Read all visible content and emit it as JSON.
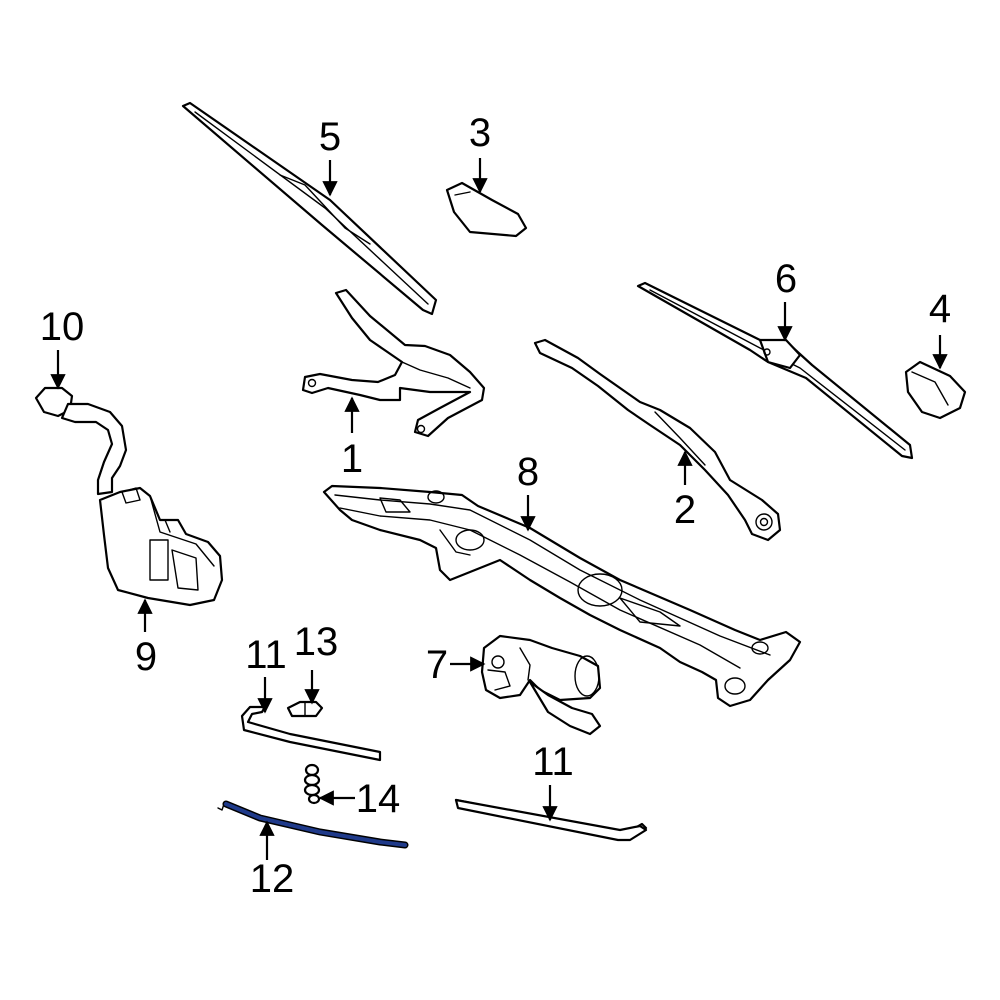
{
  "callouts": {
    "c1": "1",
    "c2": "2",
    "c3": "3",
    "c4": "4",
    "c5": "5",
    "c6": "6",
    "c7": "7",
    "c8": "8",
    "c9": "9",
    "c10": "10",
    "c11a": "11",
    "c11b": "11",
    "c12": "12",
    "c13": "13",
    "c14": "14"
  },
  "colors": {
    "line": "#000000",
    "highlight": "#1f3a8a",
    "background": "#ffffff"
  },
  "highlighted_part": "12"
}
